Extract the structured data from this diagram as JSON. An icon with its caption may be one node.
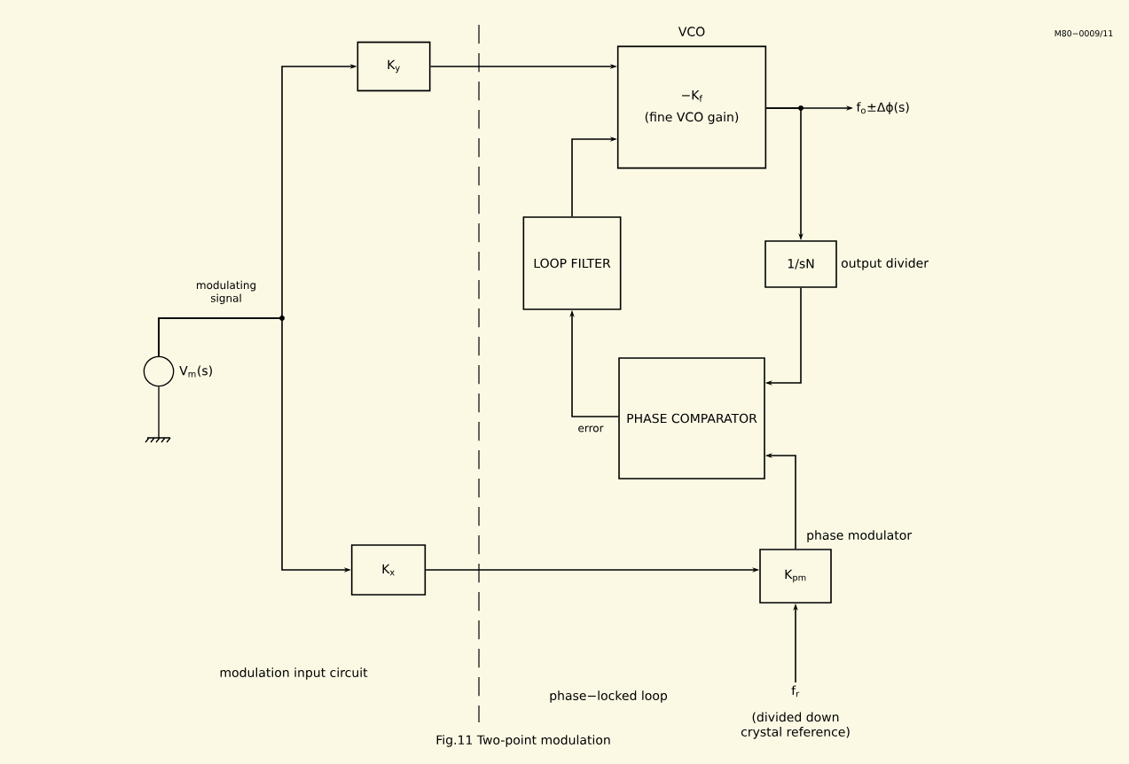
{
  "diagram": {
    "caption": "Fig.11 Two-point modulation",
    "nodes": [
      {
        "text": [
          "K$_{y}$"
        ]
      },
      {
        "text": [
          "VCO",
          "−K$_{f}$",
          "(fine VCO gain)"
        ]
      },
      {
        "text": [
          "LOOP FILTER"
        ]
      },
      {
        "text": [
          "1/sN"
        ],
        "beside": [
          "output divider"
        ]
      },
      {
        "text": [
          "PHASE COMPARATOR"
        ]
      },
      {
        "text": [
          "K$_{x}$"
        ]
      },
      {
        "text": [
          "K$_{pm}$"
        ],
        "beside": [
          "phase modulator"
        ]
      },
      {
        "text": [],
        "shape": "circle",
        "beside": [
          "V$_{m}$(s)"
        ]
      },
      {
        "text": [
          "f$_{o}$±Δϕ(s)"
        ]
      },
      {
        "text": [
          "f$_{r}$",
          "(divided down crystal reference)"
        ]
      }
    ],
    "edges": [
      {
        "from": 7,
        "to": 0,
        "arrow": "to",
        "label": "modulating signal"
      },
      {
        "from": 7,
        "to": 5,
        "arrow": "to"
      },
      {
        "from": 0,
        "to": 1,
        "arrow": "to"
      },
      {
        "from": 1,
        "to": 8,
        "arrow": "to"
      },
      {
        "from": 1,
        "to": 3,
        "arrow": "to"
      },
      {
        "from": 3,
        "to": 4,
        "arrow": "to"
      },
      {
        "from": 4,
        "to": 2,
        "arrow": "to",
        "label": "error"
      },
      {
        "from": 2,
        "to": 1,
        "arrow": "to"
      },
      {
        "from": 5,
        "to": 6,
        "arrow": "to"
      },
      {
        "from": 6,
        "to": 4,
        "arrow": "to"
      },
      {
        "from": 9,
        "to": 6,
        "arrow": "to"
      }
    ],
    "labels": [
      "M80−0009/11",
      "modulation input circuit",
      "phase−locked loop"
    ]
  }
}
